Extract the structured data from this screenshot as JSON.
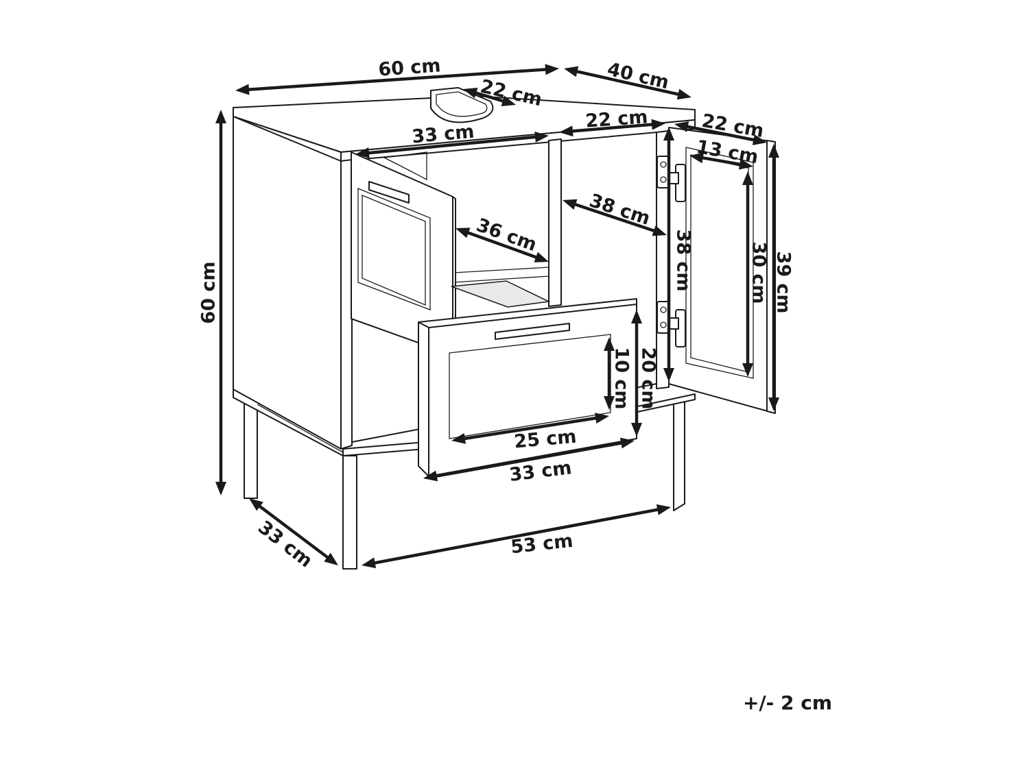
{
  "diagram": {
    "tolerance": "+/- 2 cm",
    "dimensions": [
      {
        "id": "top-width",
        "label": "60 cm"
      },
      {
        "id": "top-depth",
        "label": "40 cm"
      },
      {
        "id": "cutout-depth",
        "label": "22 cm"
      },
      {
        "id": "drawer-opening-width",
        "label": "33 cm"
      },
      {
        "id": "shelf-width",
        "label": "22 cm"
      },
      {
        "id": "door-width",
        "label": "22 cm"
      },
      {
        "id": "door-inner-width",
        "label": "13 cm"
      },
      {
        "id": "overall-height",
        "label": "60 cm"
      },
      {
        "id": "upper-drawer-depth",
        "label": "36 cm"
      },
      {
        "id": "shelf-depth",
        "label": "38 cm"
      },
      {
        "id": "cabinet-height",
        "label": "38 cm"
      },
      {
        "id": "door-inner-height",
        "label": "30 cm"
      },
      {
        "id": "door-height",
        "label": "39 cm"
      },
      {
        "id": "drawer-inner-height",
        "label": "10 cm"
      },
      {
        "id": "drawer-height",
        "label": "20 cm"
      },
      {
        "id": "drawer-inner-width",
        "label": "25 cm"
      },
      {
        "id": "drawer-width",
        "label": "33 cm"
      },
      {
        "id": "base-depth",
        "label": "33 cm"
      },
      {
        "id": "base-width",
        "label": "53 cm"
      }
    ]
  }
}
